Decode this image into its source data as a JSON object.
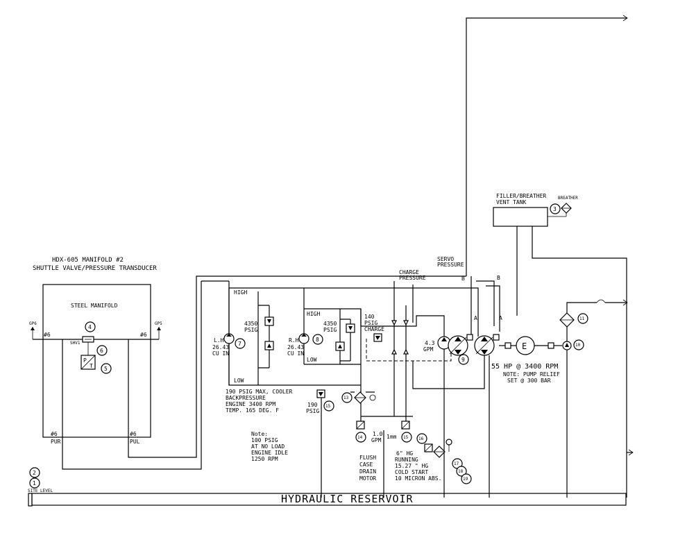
{
  "manifold": {
    "title_line1": "HDX-605 MANIFOLD #2",
    "title_line2": "SHUTTLE VALVE/PRESSURE TRANSDUCER",
    "box_label": "STEEL MANIFOLD",
    "gp6": "GP6",
    "gp5": "GP5",
    "port_a": "#6",
    "port_b": "#6",
    "port_c": "#6",
    "port_d": "#6",
    "shuttle": "SHV1",
    "pur": "PUR",
    "pul": "PUL",
    "transducer_p": "P",
    "transducer_t": "T"
  },
  "callouts": [
    "1",
    "2",
    "3",
    "4",
    "5",
    "6",
    "7",
    "8",
    "9",
    "10",
    "11",
    "13",
    "14",
    "15",
    "16",
    "17",
    "18",
    "19",
    "15"
  ],
  "labels": {
    "filler_line1": "FILLER/BREATHER",
    "filler_line2": "VENT TANK",
    "breather": "BREATHER",
    "servo_line1": "SERVO",
    "servo_line2": "PRESSURE",
    "charge_line1": "CHARGE",
    "charge_line2": "PRESSURE",
    "b_left": "B",
    "b_right": "B",
    "a_left": "A",
    "a_right": "A",
    "high_left": "HIGH",
    "high_right": "HIGH",
    "low_left": "LOW",
    "low_right": "LOW",
    "psig4350_a": "4350",
    "psig_a": "PSIG",
    "psig4350_b": "4350",
    "psig_b": "PSIG",
    "lh": "L.H.",
    "lh_disp": "26.43",
    "lh_unit": "CU IN",
    "rh": "R.H.",
    "rh_disp": "26.43",
    "rh_unit": "CU IN",
    "charge140_1": "140",
    "charge140_2": "PSIG",
    "charge140_3": "CHARGE",
    "gpm43_1": "4.3",
    "gpm43_2": "GPM",
    "motor_letter": "E",
    "hp": "55 HP @ 3400 RPM",
    "relief1": "NOTE: PUMP RELIEF",
    "relief2": "SET @ 300 BAR",
    "cooler1": "190 PSIG MAX, COOLER",
    "cooler2": "BACKPRESSURE",
    "cooler3": "ENGINE 3400 RPM",
    "cooler4": "TEMP. 165 DEG. F",
    "p190_1": "190",
    "p190_2": "PSIG",
    "note1": "Note:",
    "note2": "100 PSIG",
    "note3": "AT NO LOAD",
    "note4": "ENGINE IDLE",
    "note5": "1250 RPM",
    "gpm10_1": "1.0",
    "gpm10_2": "GPM",
    "orifice": "1mm",
    "flush1": "FLUSH",
    "flush2": "CASE",
    "flush3": "DRAIN",
    "flush4": "MOTOR",
    "filter1": "6\" HG",
    "filter2": "RUNNING",
    "filter3": "15.27 \" HG",
    "filter4": "COLD START",
    "filter5": "10 MICRON ABS.",
    "site_level": "SITE LEVEL",
    "reservoir": "HYDRAULIC RESERVOIR"
  }
}
